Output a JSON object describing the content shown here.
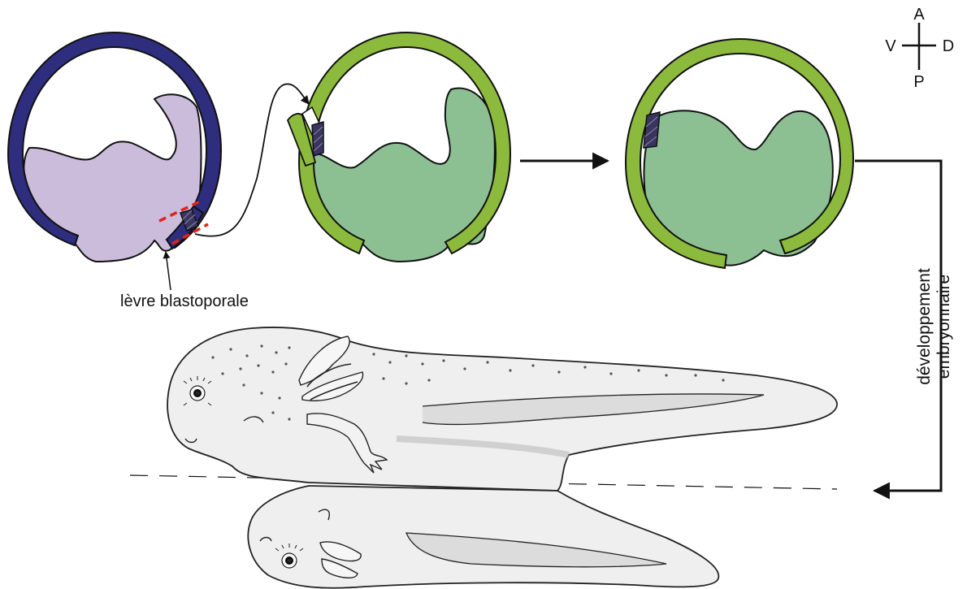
{
  "labels": {
    "blastopore_lip": "lèvre blastoporale",
    "development_line1": "développement",
    "development_line2": "embryonnaire"
  },
  "axes": {
    "anterior": "A",
    "posterior": "P",
    "ventral": "V",
    "dorsal": "D"
  },
  "colors": {
    "donor_embryo": "#2e2d7e",
    "donor_tissue": "#cbbcdc",
    "host_embryo": "#8cba3c",
    "host_tissue": "#8cbf92",
    "graft_marks": "#e0231c",
    "tadpole_fill": "#efefef",
    "tadpole_shade": "#c8c8c8",
    "stroke": "#111111"
  }
}
